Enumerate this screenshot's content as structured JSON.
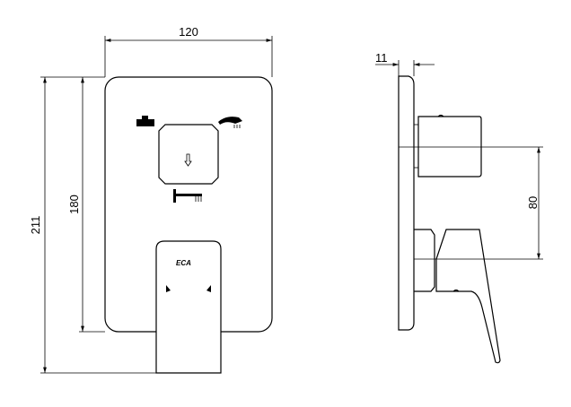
{
  "drawing": {
    "front_view": {
      "width_dim": "120",
      "total_height_dim": "211",
      "plate_height_dim": "180",
      "logo_text": "ECA",
      "icons": [
        "bath-spout-icon",
        "hand-shower-icon",
        "diverter-arrow-icon",
        "overhead-shower-icon"
      ]
    },
    "side_view": {
      "plate_depth_dim": "11",
      "axis_distance_dim": "80"
    }
  }
}
